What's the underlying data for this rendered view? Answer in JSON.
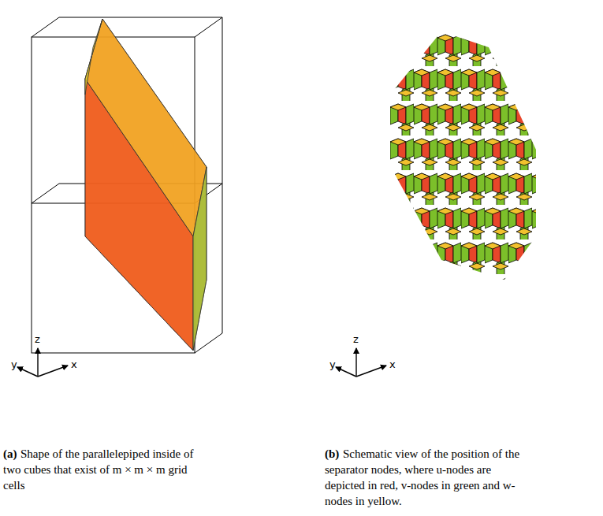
{
  "diagram": {
    "labels": [
      "z",
      "y",
      "x",
      "z",
      "y",
      "x",
      "(a)",
      "Shape of the parallelepiped inside of two cubes that exist of m × m × m grid cells",
      "(b)",
      "Schematic view of the position of the separator nodes, where u-nodes are depicted in red, v-nodes in green and w-nodes in yellow."
    ]
  }
}
